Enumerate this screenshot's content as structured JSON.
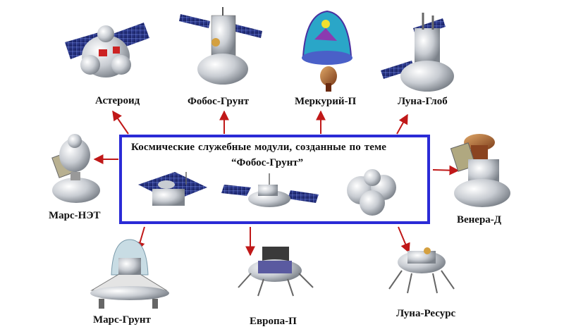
{
  "center": {
    "title_line1": "Космические   служебные   модули,   созданные   по   теме",
    "title_line2": "“Фобос-Грунт”",
    "frame_color": "#2b2bd6"
  },
  "arrow_color": "#c01818",
  "missions": [
    {
      "id": "asteroid",
      "label": "Астероид"
    },
    {
      "id": "fobos",
      "label": "Фобос-Грунт"
    },
    {
      "id": "merkuriy",
      "label": "Меркурий-П"
    },
    {
      "id": "luna-glob",
      "label": "Луна-Глоб"
    },
    {
      "id": "mars-net",
      "label": "Марс-НЭТ"
    },
    {
      "id": "venera",
      "label": "Венера-Д"
    },
    {
      "id": "mars-grunt",
      "label": "Марс-Грунт"
    },
    {
      "id": "europa",
      "label": "Европа-П"
    },
    {
      "id": "luna-resurs",
      "label": "Луна-Ресурс"
    }
  ]
}
